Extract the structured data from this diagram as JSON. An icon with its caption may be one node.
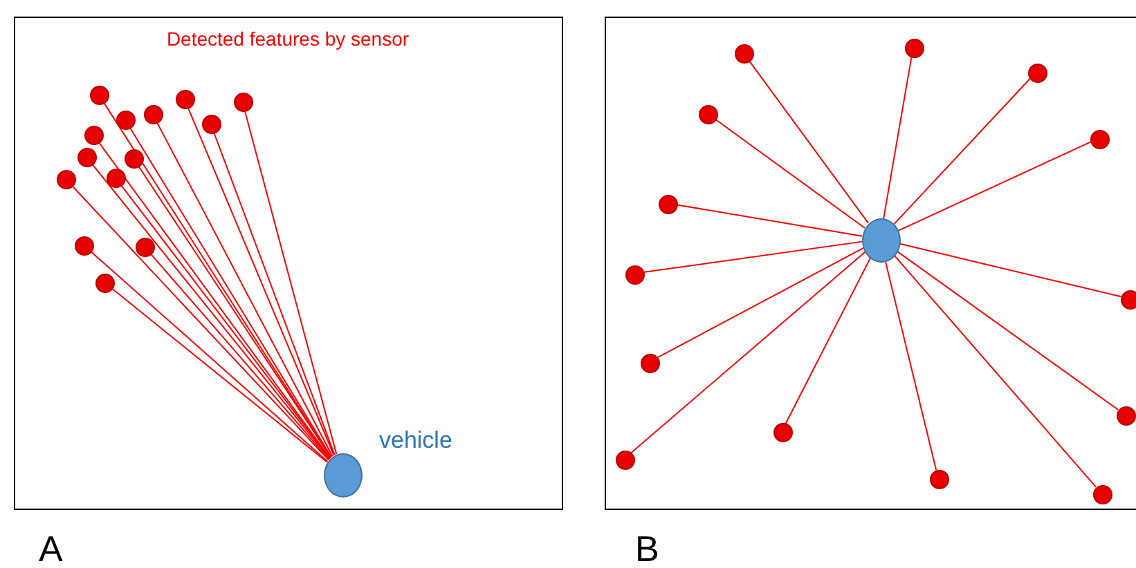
{
  "diagram": {
    "nodes": [
      {
        "text": [],
        "shape": "box",
        "beside": [
          "A"
        ]
      },
      {
        "text": [],
        "shape": "circle",
        "in": 0,
        "beside": [
          "vehicle"
        ]
      },
      {
        "text": [],
        "shape": "circle",
        "in": 0
      },
      {
        "text": [],
        "shape": "circle",
        "in": 0
      },
      {
        "text": [],
        "shape": "circle",
        "in": 0
      },
      {
        "text": [],
        "shape": "circle",
        "in": 0
      },
      {
        "text": [],
        "shape": "circle",
        "in": 0
      },
      {
        "text": [],
        "shape": "circle",
        "in": 0
      },
      {
        "text": [],
        "shape": "circle",
        "in": 0
      },
      {
        "text": [],
        "shape": "circle",
        "in": 0
      },
      {
        "text": [],
        "shape": "circle",
        "in": 0
      },
      {
        "text": [],
        "shape": "circle",
        "in": 0
      },
      {
        "text": [],
        "shape": "circle",
        "in": 0
      },
      {
        "text": [],
        "shape": "circle",
        "in": 0
      },
      {
        "text": [],
        "shape": "circle",
        "in": 0
      },
      {
        "text": [],
        "shape": "circle",
        "in": 0
      },
      {
        "text": [],
        "shape": "box",
        "beside": [
          "B"
        ]
      },
      {
        "text": [],
        "shape": "circle",
        "in": 16
      },
      {
        "text": [],
        "shape": "circle",
        "in": 16
      },
      {
        "text": [],
        "shape": "circle",
        "in": 16
      },
      {
        "text": [],
        "shape": "circle",
        "in": 16
      },
      {
        "text": [],
        "shape": "circle",
        "in": 16
      },
      {
        "text": [],
        "shape": "circle",
        "in": 16
      },
      {
        "text": [],
        "shape": "circle",
        "in": 16
      },
      {
        "text": [],
        "shape": "circle",
        "in": 16
      },
      {
        "text": [],
        "shape": "circle",
        "in": 16
      },
      {
        "text": [],
        "shape": "circle",
        "in": 16
      },
      {
        "text": [],
        "shape": "circle",
        "in": 16
      },
      {
        "text": [],
        "shape": "circle",
        "in": 16
      },
      {
        "text": [],
        "shape": "circle",
        "in": 16
      },
      {
        "text": [],
        "shape": "circle",
        "in": 16
      },
      {
        "text": [],
        "shape": "circle",
        "in": 16
      }
    ],
    "edges": [
      {
        "from": 1,
        "to": 2,
        "arrow": "none"
      },
      {
        "from": 1,
        "to": 3,
        "arrow": "none"
      },
      {
        "from": 1,
        "to": 4,
        "arrow": "none"
      },
      {
        "from": 1,
        "to": 5,
        "arrow": "none"
      },
      {
        "from": 1,
        "to": 6,
        "arrow": "none"
      },
      {
        "from": 1,
        "to": 7,
        "arrow": "none"
      },
      {
        "from": 1,
        "to": 8,
        "arrow": "none"
      },
      {
        "from": 1,
        "to": 9,
        "arrow": "none"
      },
      {
        "from": 1,
        "to": 10,
        "arrow": "none"
      },
      {
        "from": 1,
        "to": 11,
        "arrow": "none"
      },
      {
        "from": 1,
        "to": 12,
        "arrow": "none"
      },
      {
        "from": 1,
        "to": 13,
        "arrow": "none"
      },
      {
        "from": 1,
        "to": 14,
        "arrow": "none"
      },
      {
        "from": 1,
        "to": 15,
        "arrow": "none"
      },
      {
        "from": 17,
        "to": 18,
        "arrow": "none"
      },
      {
        "from": 17,
        "to": 19,
        "arrow": "none"
      },
      {
        "from": 17,
        "to": 20,
        "arrow": "none"
      },
      {
        "from": 17,
        "to": 21,
        "arrow": "none"
      },
      {
        "from": 17,
        "to": 22,
        "arrow": "none"
      },
      {
        "from": 17,
        "to": 23,
        "arrow": "none"
      },
      {
        "from": 17,
        "to": 24,
        "arrow": "none"
      },
      {
        "from": 17,
        "to": 25,
        "arrow": "none"
      },
      {
        "from": 17,
        "to": 26,
        "arrow": "none"
      },
      {
        "from": 17,
        "to": 27,
        "arrow": "none"
      },
      {
        "from": 17,
        "to": 28,
        "arrow": "none"
      },
      {
        "from": 17,
        "to": 29,
        "arrow": "none"
      },
      {
        "from": 17,
        "to": 30,
        "arrow": "none"
      },
      {
        "from": 17,
        "to": 31,
        "arrow": "none"
      }
    ],
    "labels": [
      "Detected features by sensor"
    ]
  }
}
